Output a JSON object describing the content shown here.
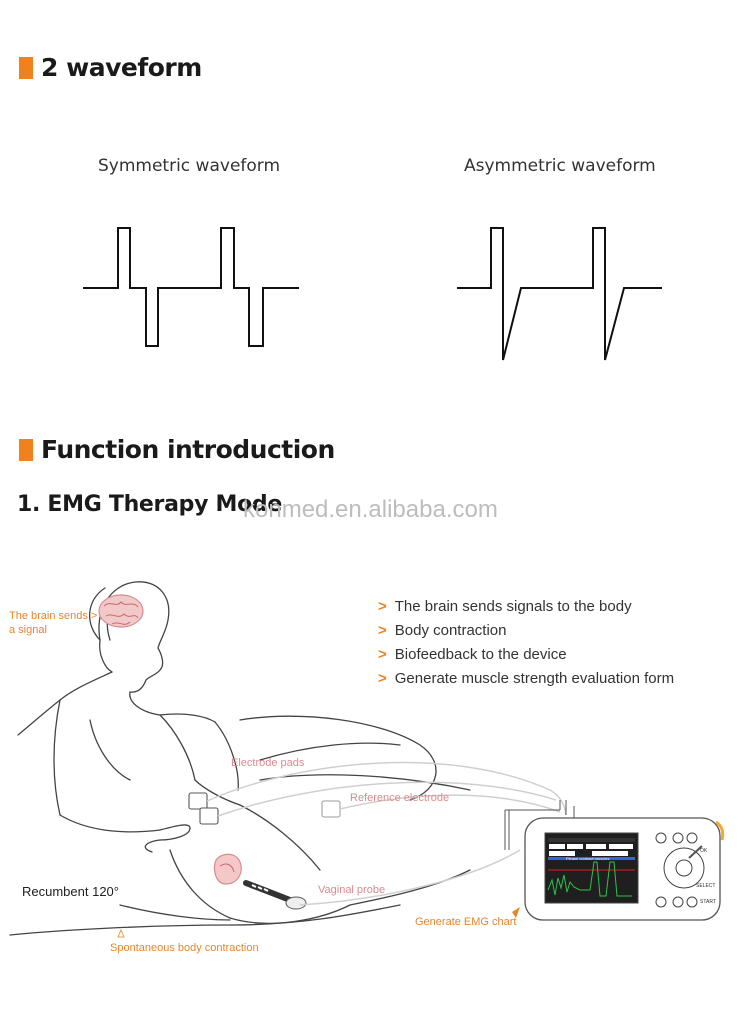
{
  "sections": {
    "waveform": {
      "title": "2 waveform"
    },
    "function": {
      "title": "Function introduction"
    }
  },
  "waveforms": {
    "symmetric": {
      "label": "Symmetric waveform"
    },
    "asymmetric": {
      "label": "Asymmetric waveform"
    }
  },
  "mode": {
    "title": "1. EMG Therapy Mode"
  },
  "watermark": "konmed.en.alibaba.com",
  "bullets": [
    "The brain sends signals to the body",
    "Body contraction",
    "Biofeedback to the device",
    "Generate muscle strength evaluation form"
  ],
  "bullet_marker": ">",
  "callouts": {
    "brain": "The brain sends > a signal",
    "electrode_pads": "Electrode pads",
    "reference_electrode": "Reference electrode",
    "recumbent": "Recumbent 120°",
    "vaginal_probe": "Vaginal probe",
    "spontaneous": "Spontaneous body contraction",
    "emg_chart": "Generate EMG chart"
  },
  "device": {
    "screen_warning": "Please contract muscles",
    "buttons": {
      "select": "SELECT",
      "start": "START",
      "ok": "OK"
    }
  },
  "colors": {
    "accent": "#f0821e",
    "callout_orange": "#e5872b",
    "callout_pink": "#d98b92"
  }
}
